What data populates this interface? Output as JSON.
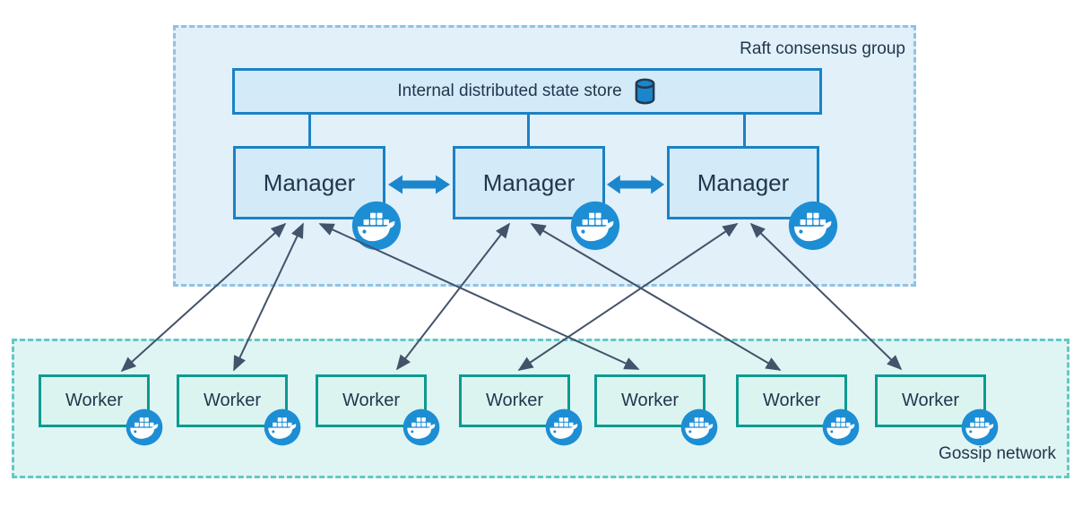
{
  "raft_group": {
    "label": "Raft consensus group",
    "state_store": {
      "label": "Internal distributed state store",
      "icon": "database-cylinder-icon"
    },
    "managers": [
      {
        "label": "Manager",
        "icon": "docker-whale-icon"
      },
      {
        "label": "Manager",
        "icon": "docker-whale-icon"
      },
      {
        "label": "Manager",
        "icon": "docker-whale-icon"
      }
    ],
    "manager_links": [
      {
        "between": [
          "manager-1",
          "manager-2"
        ],
        "type": "thick-bidirectional-arrow"
      },
      {
        "between": [
          "manager-2",
          "manager-3"
        ],
        "type": "thick-bidirectional-arrow"
      }
    ]
  },
  "gossip_network": {
    "label": "Gossip network",
    "workers": [
      {
        "label": "Worker",
        "icon": "docker-whale-icon"
      },
      {
        "label": "Worker",
        "icon": "docker-whale-icon"
      },
      {
        "label": "Worker",
        "icon": "docker-whale-icon"
      },
      {
        "label": "Worker",
        "icon": "docker-whale-icon"
      },
      {
        "label": "Worker",
        "icon": "docker-whale-icon"
      },
      {
        "label": "Worker",
        "icon": "docker-whale-icon"
      },
      {
        "label": "Worker",
        "icon": "docker-whale-icon"
      }
    ]
  },
  "connections": [
    {
      "from": "manager-1",
      "to": "worker-1",
      "bidirectional": true
    },
    {
      "from": "manager-1",
      "to": "worker-2",
      "bidirectional": true
    },
    {
      "from": "manager-1",
      "to": "worker-5",
      "bidirectional": true
    },
    {
      "from": "manager-2",
      "to": "worker-3",
      "bidirectional": true
    },
    {
      "from": "manager-2",
      "to": "worker-6",
      "bidirectional": true
    },
    {
      "from": "manager-3",
      "to": "worker-4",
      "bidirectional": true
    },
    {
      "from": "manager-3",
      "to": "worker-7",
      "bidirectional": true
    }
  ],
  "colors": {
    "raft_fill": "#e2f0fa",
    "raft_dash": "#8fc3e4",
    "blue_box_fill": "#d3eaf9",
    "blue_box_border": "#1b82c4",
    "gossip_fill": "#dff5f4",
    "gossip_dash": "#63c8c5",
    "worker_fill": "#dcf4f0",
    "worker_border": "#0d9a90",
    "docker_badge_blue": "#1d8ed4",
    "thin_arrow": "#43536a",
    "text_navy": "#21374d"
  }
}
